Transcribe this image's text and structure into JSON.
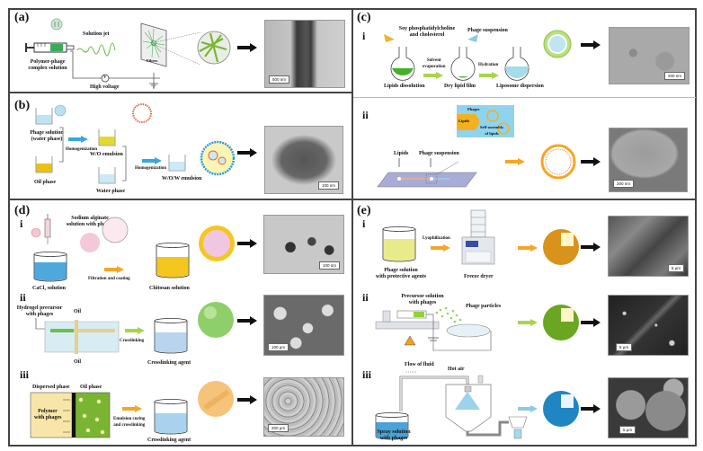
{
  "figure": {
    "panels": {
      "a": {
        "label": "(a)",
        "texts": {
          "solution_jet": "Solution jet",
          "syringe_caption_1": "Polymer-phage",
          "syringe_caption_2": "complex solution",
          "fibers": "Fibers",
          "voltage_symbol": "V",
          "high_voltage": "High voltage"
        },
        "scale_bar": "500 nm"
      },
      "b": {
        "label": "(b)",
        "texts": {
          "phage_solution_1": "Phage solution",
          "phage_solution_2": "(water phase)",
          "oil_phase": "Oil phase",
          "homogenization_1": "Homogenization",
          "wo_emulsion": "W/O emulsion",
          "water_phase": "Water phase",
          "homogenization_2": "Homogenization",
          "wow_emulsion": "W/O/W emulsion"
        },
        "scale_bar": "100 nm"
      },
      "c": {
        "label": "(c)",
        "i": {
          "label": "i",
          "texts": {
            "soy_1": "Soy phosphatidylcholine",
            "soy_2": "and cholesterol",
            "phage_suspension": "Phage suspension",
            "solvent_1": "Solvent",
            "solvent_2": "evaporation",
            "hydration": "Hydration",
            "lipids_dissolution": "Lipids dissolution",
            "dry_lipid_film": "Dry lipid film",
            "liposome_dispersion": "Liposome dispersion"
          },
          "scale_bar": "200 nm"
        },
        "ii": {
          "label": "ii",
          "texts": {
            "phages": "Phages",
            "lipids_inset": "Lipids",
            "self_assembly_1": "Self-assembly",
            "self_assembly_2": "of lipids",
            "lipids": "Lipids",
            "phage_suspension": "Phage suspension"
          },
          "scale_bar": "200 nm"
        }
      },
      "d": {
        "label": "(d)",
        "i": {
          "label": "i",
          "texts": {
            "alginate_1": "Sodium alginate",
            "alginate_2": "solution with phages",
            "filtration": "Filtration and coating",
            "cacl2": "CaCl₂ solution",
            "chitosan": "Chitosan solution"
          },
          "scale_bar": "100 nm"
        },
        "ii": {
          "label": "ii",
          "texts": {
            "hydrogel_1": "Hydrogel precursor",
            "hydrogel_2": "with phages",
            "oil_top": "Oil",
            "oil_bottom": "Oil",
            "crosslinking": "Crosslinking",
            "crosslinking_agent": "Crosslinking agent"
          },
          "scale_bar": "100 μm"
        },
        "iii": {
          "label": "iii",
          "texts": {
            "dispersed_phase": "Dispersed phase",
            "oil_phase": "Oil phase",
            "polymer_1": "Polymer",
            "polymer_2": "with phages",
            "emulsion_1": "Emulsion curing",
            "emulsion_2": "and crosslinking",
            "crosslinking_agent": "Crosslinking agent"
          },
          "scale_bar": "200 μm"
        }
      },
      "e": {
        "label": "(e)",
        "i": {
          "label": "i",
          "texts": {
            "phage_solution_1": "Phage solution",
            "phage_solution_2": "with protective agents",
            "lyophilization": "Lyophilization",
            "freeze_dryer": "Freeze dryer"
          },
          "scale_bar": "5 μm"
        },
        "ii": {
          "label": "ii",
          "texts": {
            "precursor_1": "Precursor solution",
            "precursor_2": "with phages",
            "phage_particles": "Phage particles"
          },
          "scale_bar": "5 μm"
        },
        "iii": {
          "label": "iii",
          "texts": {
            "flow_of_fluid": "Flow of fluid",
            "hot_air": "Hot air",
            "spray_1": "Spray solution",
            "spray_2": "with phages"
          },
          "scale_bar": "5 μm"
        }
      }
    },
    "colors": {
      "green": "#6cc04a",
      "orange": "#f5a623",
      "blue_arrow": "#3aa6e0",
      "light_blue_arrow": "#8cc8ea",
      "yellow_green_arrow": "#a8d44a",
      "border": "#444444"
    }
  }
}
